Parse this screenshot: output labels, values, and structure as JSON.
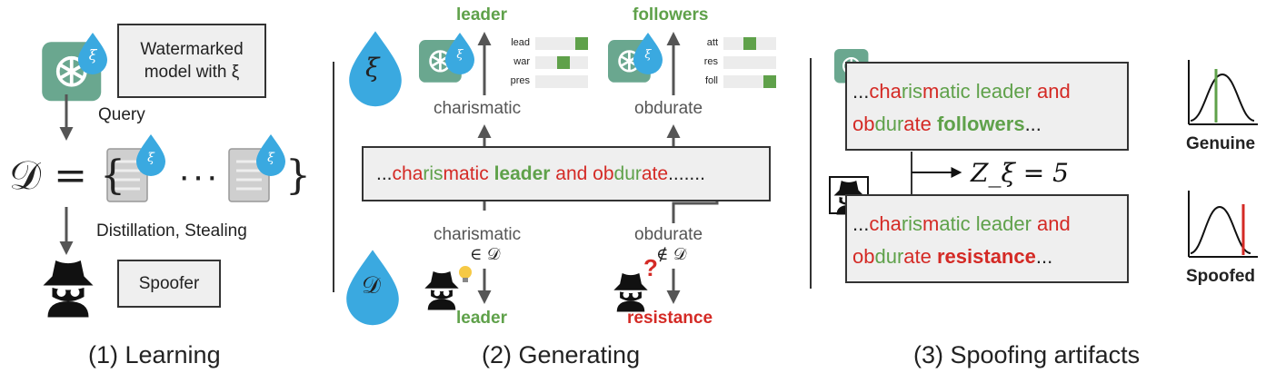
{
  "panel1": {
    "model_box_label": "Watermarked model with ξ",
    "query_label": "Query",
    "distill_label": "Distillation, Stealing",
    "spoofer_label": "Spoofer",
    "dataset_symbol": "𝒟 = {",
    "dataset_close": "}",
    "ellipsis": "···",
    "caption": "(1) Learning"
  },
  "panel2": {
    "xi_drop_symbol": "ξ",
    "d_drop_symbol": "𝒟",
    "top_left_word": "leader",
    "top_right_word": "followers",
    "left_context": "charismatic",
    "right_context": "obdurate",
    "sentence_prefix": "...",
    "sentence_suffix": ".......",
    "sentence_segments": [
      {
        "t": "cha",
        "c": "red"
      },
      {
        "t": "ris",
        "c": "green"
      },
      {
        "t": "m",
        "c": "red"
      },
      {
        "t": "atic ",
        "c": "red"
      },
      {
        "t": "leader",
        "c": "green",
        "b": true
      },
      {
        "t": " and ",
        "c": "red"
      },
      {
        "t": "ob",
        "c": "red"
      },
      {
        "t": "dur",
        "c": "green"
      },
      {
        "t": "ate",
        "c": "red"
      }
    ],
    "bottom_left_context": "charismatic",
    "bottom_left_membership": "∈ 𝒟",
    "bottom_right_context": "obdurate",
    "bottom_right_membership": "∉ 𝒟",
    "bottom_left_word": "leader",
    "bottom_right_word": "resistance",
    "left_bars": [
      {
        "label": "lead",
        "value": 1.0
      },
      {
        "label": "war",
        "value": 0.55
      },
      {
        "label": "pres",
        "value": 0.0
      }
    ],
    "right_bars": [
      {
        "label": "att",
        "value": 0.5
      },
      {
        "label": "res",
        "value": 0.0
      },
      {
        "label": "foll",
        "value": 1.0
      }
    ],
    "caption": "(2) Generating"
  },
  "panel3": {
    "genuine_line1": [
      {
        "t": "...",
        "c": "dark"
      },
      {
        "t": "cha",
        "c": "red"
      },
      {
        "t": "ris",
        "c": "green"
      },
      {
        "t": "m",
        "c": "red"
      },
      {
        "t": "atic ",
        "c": "green"
      },
      {
        "t": "leader ",
        "c": "green"
      },
      {
        "t": "and",
        "c": "red"
      }
    ],
    "genuine_line2": [
      {
        "t": "ob",
        "c": "red"
      },
      {
        "t": "dur",
        "c": "green"
      },
      {
        "t": "ate ",
        "c": "red"
      },
      {
        "t": "followers",
        "c": "green",
        "b": true
      },
      {
        "t": "...",
        "c": "dark"
      }
    ],
    "spoof_line1": [
      {
        "t": "...",
        "c": "dark"
      },
      {
        "t": "cha",
        "c": "red"
      },
      {
        "t": "ris",
        "c": "green"
      },
      {
        "t": "m",
        "c": "red"
      },
      {
        "t": "atic ",
        "c": "green"
      },
      {
        "t": "leader ",
        "c": "green"
      },
      {
        "t": "and",
        "c": "red"
      }
    ],
    "spoof_line2": [
      {
        "t": "ob",
        "c": "red"
      },
      {
        "t": "dur",
        "c": "green"
      },
      {
        "t": "ate ",
        "c": "red"
      },
      {
        "t": "resistance",
        "c": "red",
        "b": true
      },
      {
        "t": "...",
        "c": "dark"
      }
    ],
    "zscore_label": "Z_ξ = 5",
    "genuine_label": "Genuine",
    "spoofed_label": "Spoofed",
    "caption": "(3) Spoofing artifacts"
  },
  "colors": {
    "green": "#5fa14a",
    "red": "#d42a25",
    "drop_blue": "#3aa9e0",
    "gpt_teal": "#6aa78f"
  }
}
